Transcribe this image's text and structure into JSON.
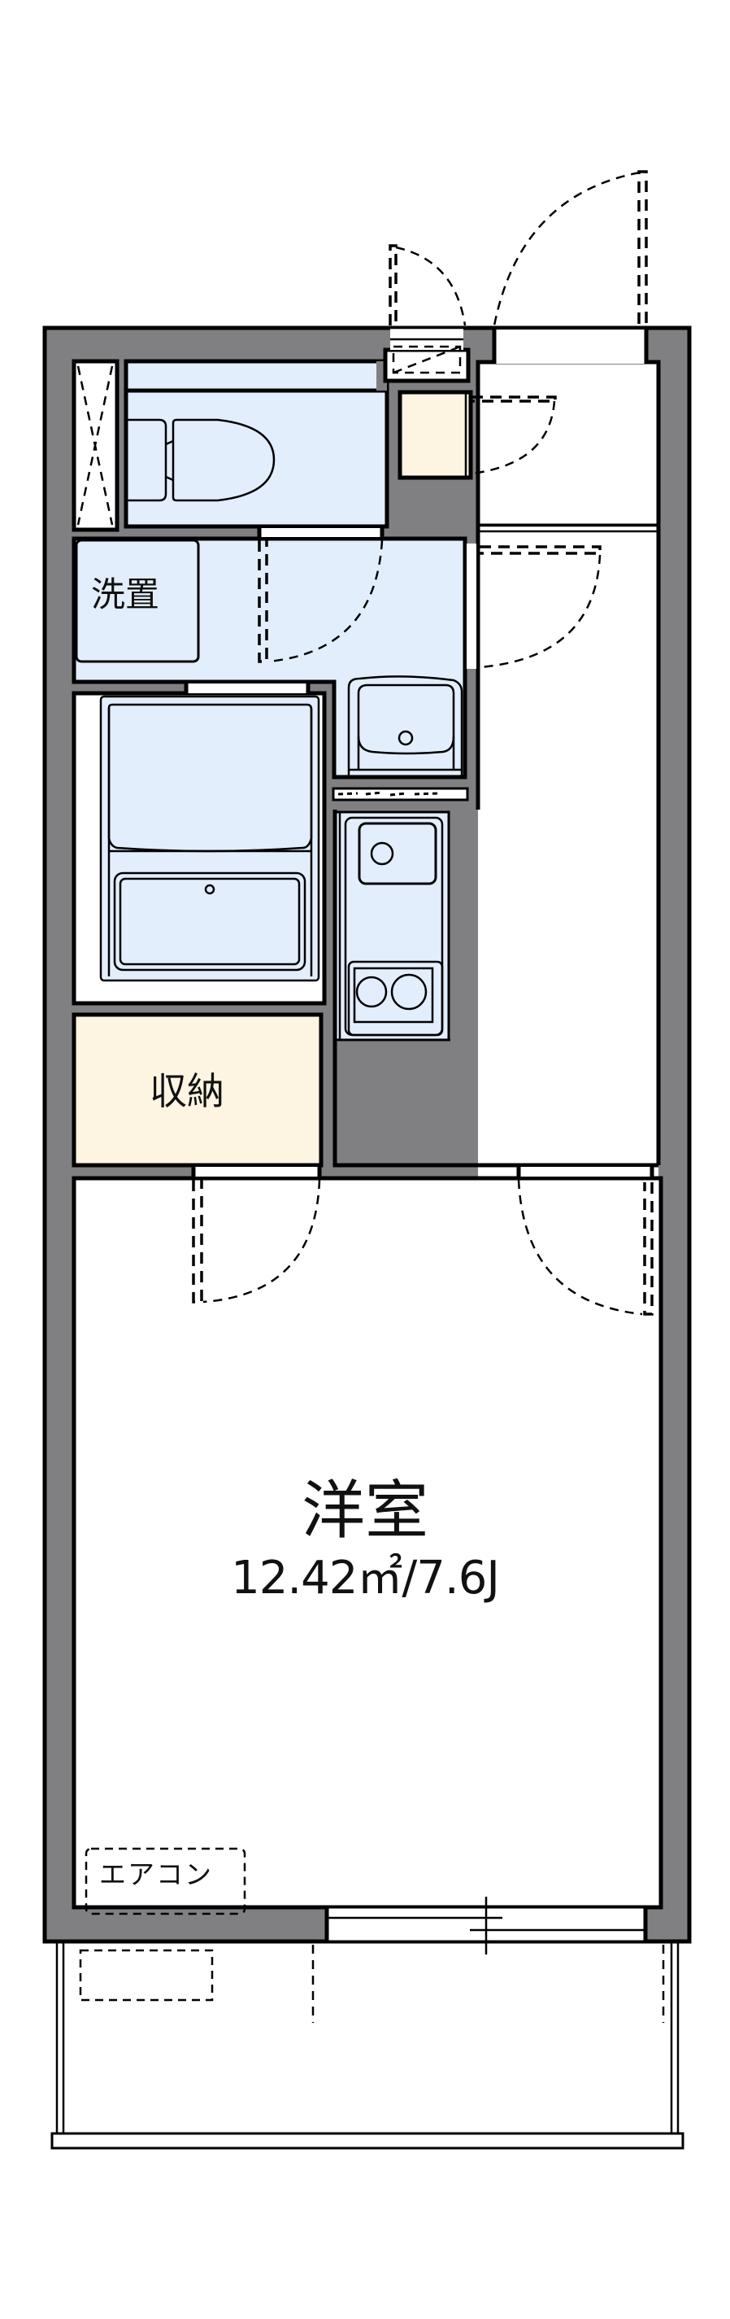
{
  "floor_plan": {
    "colors": {
      "wall": "#808083",
      "wet_area": "#E3EEFC",
      "storage": "#FEF4E2",
      "floor": "#FFFFFF",
      "line": "#000000"
    },
    "rooms": {
      "washer_space": {
        "label": "洗置"
      },
      "storage": {
        "label": "収納"
      },
      "western_room": {
        "label": "洋室",
        "area": "12.42㎡/7.6J"
      },
      "air_conditioner": {
        "label": "エアコン"
      }
    },
    "fixtures": {
      "toilet": "toilet-icon",
      "bathtub": "bathtub-icon",
      "vanity_sink": "sink-icon",
      "kitchen_sink": "sink-icon",
      "stove": "two-burner-stove-icon",
      "shoe_cabinet": "cabinet-icon",
      "meter_box": "meter-box-icon",
      "outdoor_unit": "ac-outdoor-unit-icon"
    }
  }
}
